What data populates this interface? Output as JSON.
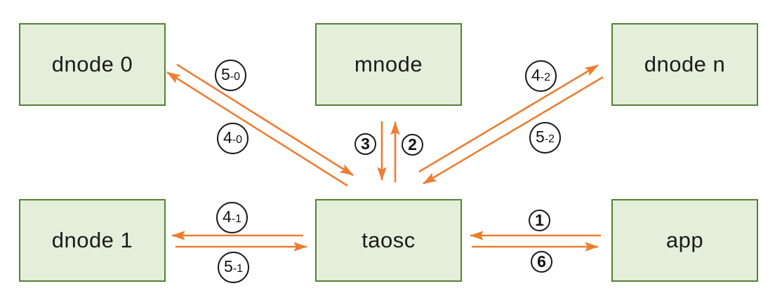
{
  "diagram": {
    "type": "architecture-flow-diagram",
    "description_visible_text_only": true,
    "colors": {
      "background": "#ffffff",
      "node_fill": "#e3efda",
      "node_border": "#538135",
      "arrow": "#ed7d31",
      "label_circle_border": "#1a1a1a",
      "text": "#1c1c1c"
    },
    "nodes": [
      {
        "id": "dnode0",
        "label": "dnode 0"
      },
      {
        "id": "mnode",
        "label": "mnode"
      },
      {
        "id": "dnoden",
        "label": "dnode n"
      },
      {
        "id": "dnode1",
        "label": "dnode 1"
      },
      {
        "id": "taosc",
        "label": "taosc"
      },
      {
        "id": "app",
        "label": "app"
      }
    ],
    "edges": [
      {
        "label": "1",
        "from": "app",
        "to": "taosc"
      },
      {
        "label": "2",
        "from": "taosc",
        "to": "mnode"
      },
      {
        "label": "3",
        "from": "mnode",
        "to": "taosc"
      },
      {
        "label": "4-0",
        "from": "taosc",
        "to": "dnode0"
      },
      {
        "label": "5-0",
        "from": "dnode0",
        "to": "taosc"
      },
      {
        "label": "4-1",
        "from": "taosc",
        "to": "dnode1"
      },
      {
        "label": "5-1",
        "from": "dnode1",
        "to": "taosc"
      },
      {
        "label": "4-2",
        "from": "taosc",
        "to": "dnoden"
      },
      {
        "label": "5-2",
        "from": "dnoden",
        "to": "taosc"
      },
      {
        "label": "6",
        "from": "taosc",
        "to": "app"
      }
    ]
  }
}
